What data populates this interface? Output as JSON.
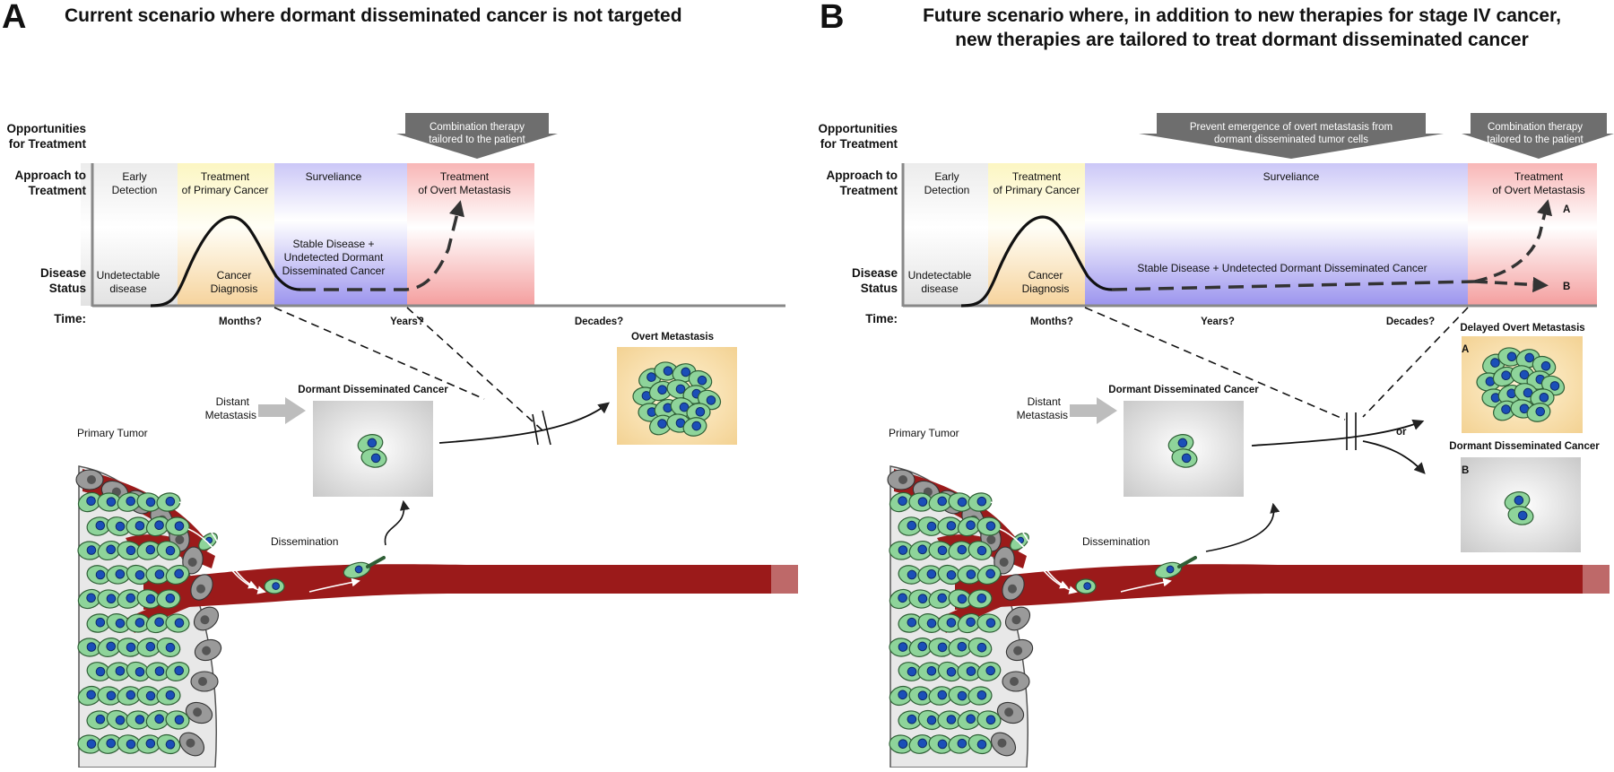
{
  "colors": {
    "early": "#e8e8e8",
    "primary": "#fdf7c4",
    "cancer_dx": "#f7d6a0",
    "surveillance": "#c6c3f6",
    "surveillance_deep": "#9c95ee",
    "metastasis": "#f8b8b8",
    "callout": "#6f6f6f",
    "vessel": "#9b1a1a",
    "cell_fill": "#8ed49a",
    "nucleus": "#1b4fb8"
  },
  "panel_a": {
    "letter": "A",
    "title": "Current scenario where dormant disseminated cancer is not targeted",
    "opportunities_label": [
      "Opportunities",
      "for Treatment"
    ],
    "approach_label": [
      "Approach to",
      "Treatment"
    ],
    "disease_label": [
      "Disease",
      "Status"
    ],
    "time_label": "Time:",
    "stages": {
      "early": [
        "Early",
        "Detection"
      ],
      "primary": [
        "Treatment",
        "of Primary Cancer"
      ],
      "surveillance": "Surveliance",
      "metastasis": [
        "Treatment",
        "of Overt Metastasis"
      ]
    },
    "status": {
      "undetectable": [
        "Undetectable",
        "disease"
      ],
      "diagnosis": [
        "Cancer",
        "Diagnosis"
      ],
      "stable": [
        "Stable Disease +",
        "Undetected Dormant",
        "Disseminated Cancer"
      ]
    },
    "callout": [
      "Combination therapy",
      "tailored to the patient"
    ],
    "time_ticks": [
      "Months?",
      "Years?",
      "Decades?"
    ],
    "overt_label": "Overt Metastasis",
    "dormant_label": "Dormant Disseminated Cancer",
    "distant_label": [
      "Distant",
      "Metastasis"
    ],
    "primary_tumor_label": "Primary Tumor",
    "dissemination_label": "Dissemination"
  },
  "panel_b": {
    "letter": "B",
    "title": [
      "Future scenario where, in addition to new therapies for stage IV cancer,",
      "new therapies are tailored to treat dormant disseminated cancer"
    ],
    "opportunities_label": [
      "Opportunities",
      "for Treatment"
    ],
    "approach_label": [
      "Approach to",
      "Treatment"
    ],
    "disease_label": [
      "Disease",
      "Status"
    ],
    "time_label": "Time:",
    "stages": {
      "early": [
        "Early",
        "Detection"
      ],
      "primary": [
        "Treatment",
        "of Primary Cancer"
      ],
      "surveillance": "Surveliance",
      "metastasis": [
        "Treatment",
        "of Overt Metastasis"
      ]
    },
    "status": {
      "undetectable": [
        "Undetectable",
        "disease"
      ],
      "diagnosis": [
        "Cancer",
        "Diagnosis"
      ],
      "stable": "Stable Disease + Undetected Dormant Disseminated Cancer"
    },
    "callout_prevent": [
      "Prevent emergence of overt metastasis from",
      "dormant disseminated tumor cells"
    ],
    "callout": [
      "Combination therapy",
      "tailored to the patient"
    ],
    "outcome_a": "A",
    "outcome_b": "B",
    "time_ticks": [
      "Months?",
      "Years?",
      "Decades?"
    ],
    "delayed_label": "Delayed Overt Metastasis",
    "dormant_label_right": "Dormant Disseminated Cancer",
    "box_a": "A",
    "box_b": "B",
    "or_label": "or",
    "dormant_label": "Dormant Disseminated Cancer",
    "distant_label": [
      "Distant",
      "Metastasis"
    ],
    "primary_tumor_label": "Primary Tumor",
    "dissemination_label": "Dissemination"
  }
}
